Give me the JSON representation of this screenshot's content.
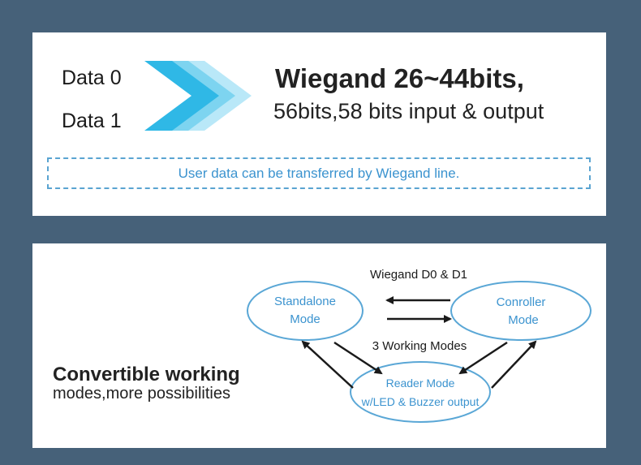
{
  "top_panel": {
    "data0_label": "Data 0",
    "data1_label": "Data 1",
    "title": "Wiegand 26~44bits,",
    "subtitle": "56bits,58 bits input & output",
    "note": "User data can be transferred by Wiegand line.",
    "colors": {
      "chevron_dark": "#2fb8e6",
      "chevron_mid": "#7dd4f0",
      "chevron_light": "#b9e8f8",
      "note_text": "#3b93cf",
      "note_border": "#5aa4d1"
    }
  },
  "bottom_panel": {
    "headline": "Convertible working",
    "subline": "modes,more possibilities",
    "diagram": {
      "top_label": "Wiegand D0 & D1",
      "center_label": "3 Working Modes",
      "nodes": {
        "standalone": {
          "line1": "Standalone",
          "line2": "Mode"
        },
        "controller": {
          "line1": "Conroller",
          "line2": "Mode"
        },
        "reader": {
          "line1": "Reader Mode",
          "line2": "w/LED & Buzzer output"
        }
      },
      "colors": {
        "ellipse_stroke": "#5aa7d6",
        "node_text": "#3b93cf",
        "arrow": "#1a1a1a"
      }
    }
  },
  "background_color": "#466179"
}
